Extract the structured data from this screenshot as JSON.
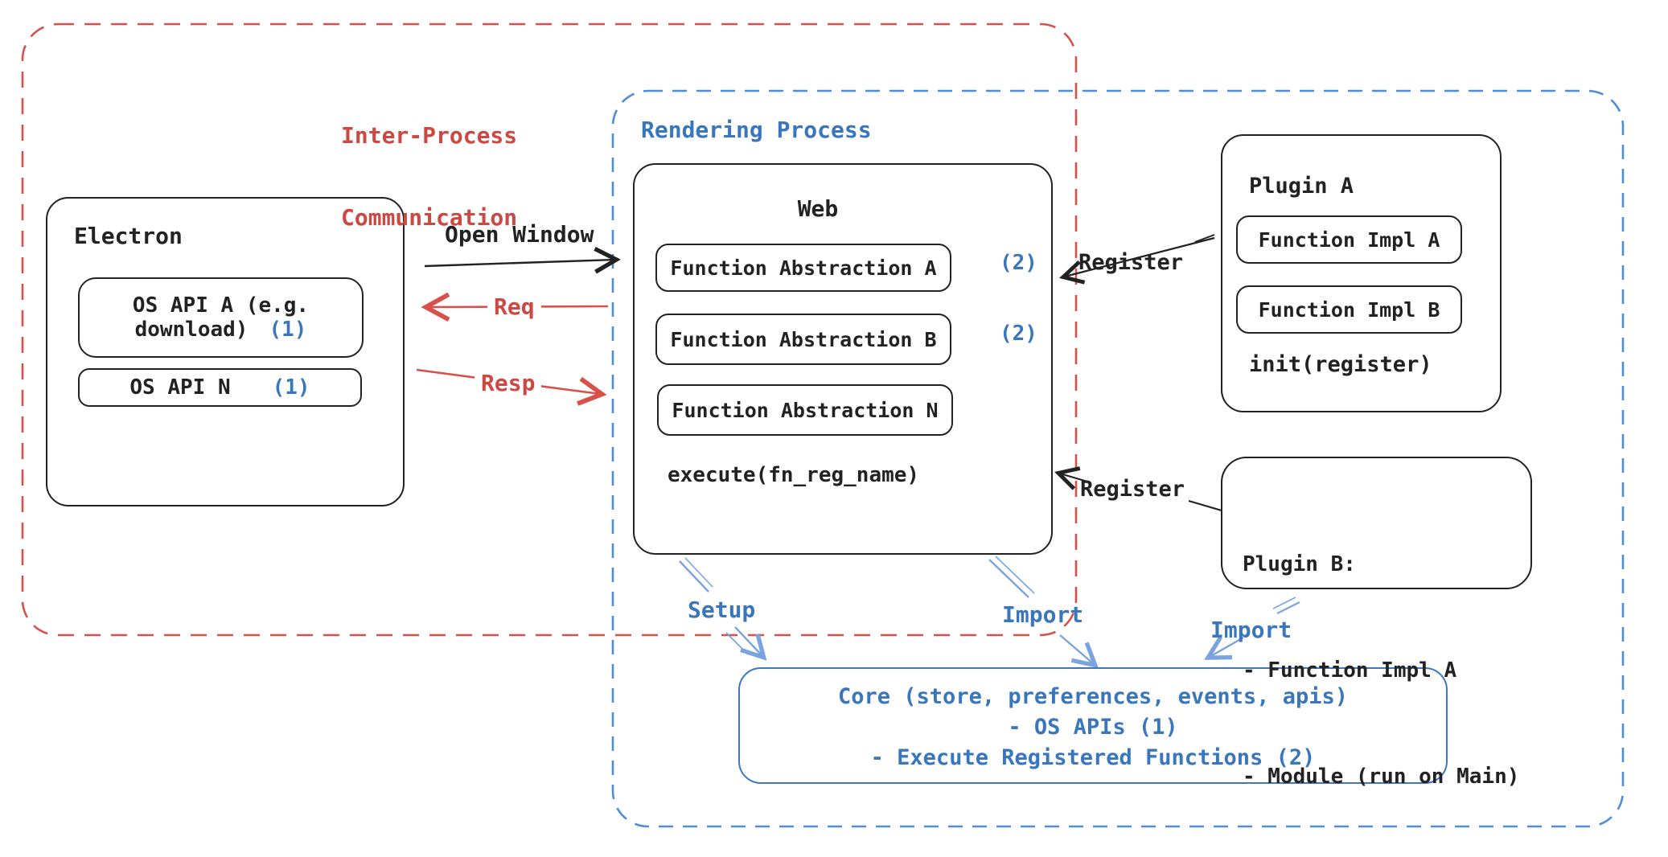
{
  "ipc": {
    "title_line1": "Inter-Process",
    "title_line2": "Communication"
  },
  "rendering": {
    "title": "Rendering Process"
  },
  "electron": {
    "title": "Electron",
    "api_a": {
      "line1": "OS API A (e.g.",
      "line2": "download)",
      "tag": "(1)"
    },
    "api_n": {
      "label": "OS API N",
      "tag": "(1)"
    }
  },
  "web": {
    "title": "Web",
    "fn_a": {
      "label": "Function Abstraction A",
      "tag": "(2)"
    },
    "fn_b": {
      "label": "Function Abstraction B",
      "tag": "(2)"
    },
    "fn_n": {
      "label": "Function Abstraction N"
    },
    "execute": "execute(fn_reg_name)"
  },
  "plugin_a": {
    "title": "Plugin A",
    "impl_a": "Function Impl A",
    "impl_b": "Function Impl B",
    "init": "init(register)"
  },
  "plugin_b": {
    "line1": "Plugin B:",
    "line2": "- Function Impl A",
    "line3": "- Module (run on Main)"
  },
  "core": {
    "line1": "Core (store, preferences, events, apis)",
    "line2": "- OS APIs (1)",
    "line3": "- Execute Registered Functions (2)"
  },
  "labels": {
    "open_window": "Open Window",
    "req": "Req",
    "resp": "Resp",
    "register_a": "Register",
    "register_b": "Register",
    "setup": "Setup",
    "import_web": "Import",
    "import_plugin": "Import"
  },
  "colors": {
    "ink": "#222222",
    "red": "#d8504a",
    "blue_text": "#3a76bc",
    "light_blue_arrow": "#7aa3e0",
    "blue_dashed": "#4f8dd6",
    "core_border": "#3d76c2"
  }
}
